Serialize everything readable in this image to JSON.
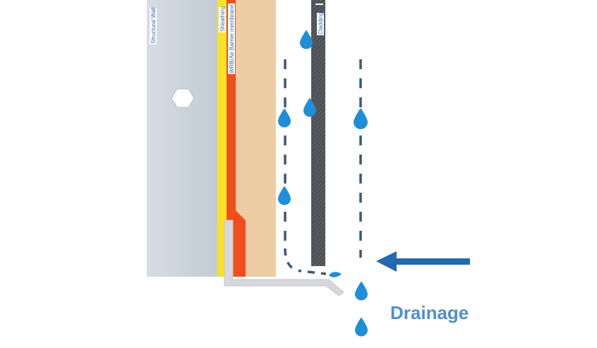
{
  "labels": {
    "structural_wall": "Structural Wall",
    "sheathing": "Sheathing",
    "wrb": "WRB/Air Barrier membrane",
    "cladding": "Cladding",
    "drainage": "Drainage"
  },
  "colors": {
    "structural_wall": "#cfd6de",
    "sheathing": "#f7e22a",
    "wrb": "#f04e1c",
    "insulation": "#eecda4",
    "cladding": "#4a4d52",
    "flashing": "#d6d8db",
    "water": "#1e8fd6",
    "dashes": "#3d5875",
    "arrow": "#2468ae",
    "label_text": "#2a6fb8",
    "drainage_text": "#4f8fce"
  },
  "icons": {
    "fastener": "hexagon-bolt-icon",
    "water": "water-drop-icon",
    "airflow": "arrow-left-icon"
  }
}
